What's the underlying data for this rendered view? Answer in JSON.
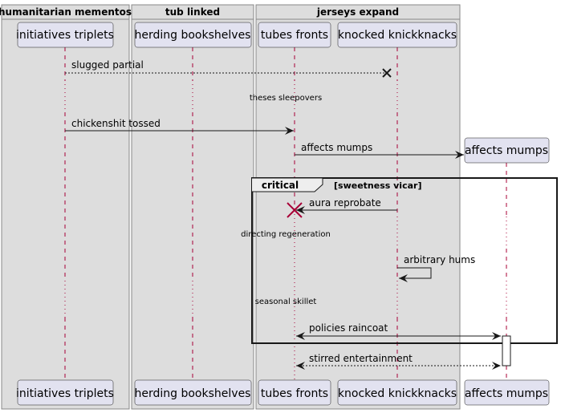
{
  "groups": [
    {
      "id": "g1",
      "title": "humanitarian mementos"
    },
    {
      "id": "g2",
      "title": "tub linked"
    },
    {
      "id": "g3",
      "title": "jerseys expand"
    }
  ],
  "participants": [
    {
      "id": "p1",
      "name": "initiatives triplets"
    },
    {
      "id": "p2",
      "name": "herding bookshelves"
    },
    {
      "id": "p3",
      "name": "tubes fronts"
    },
    {
      "id": "p4",
      "name": "knocked knickknacks"
    },
    {
      "id": "p5",
      "name": "affects mumps"
    }
  ],
  "messages": [
    {
      "id": "m1",
      "text": "slugged partial",
      "from": "p1",
      "to": "p4",
      "style": "dashed",
      "end": "lost-x"
    },
    {
      "id": "m2",
      "text": "chickenshit tossed",
      "from": "p1",
      "to": "p3",
      "style": "solid",
      "end": "arrow"
    },
    {
      "id": "m3",
      "text": "affects mumps",
      "from": "p3",
      "to": "p5",
      "style": "solid",
      "end": "create"
    },
    {
      "id": "m4",
      "text": "aura reprobate",
      "from": "p4",
      "to": "p3",
      "style": "solid",
      "end": "destroy"
    },
    {
      "id": "m5",
      "text": "arbitrary hums",
      "from": "p4",
      "to": "p4",
      "style": "solid",
      "end": "self"
    },
    {
      "id": "m6",
      "text": "policies raincoat",
      "from": "p3",
      "to": "p5",
      "style": "solid",
      "end": "both"
    },
    {
      "id": "m7",
      "text": "stirred entertainment",
      "from": "p5",
      "to": "p3",
      "style": "dashed",
      "end": "both"
    }
  ],
  "delays": [
    {
      "id": "d1",
      "text": "theses sleepovers"
    },
    {
      "id": "d2",
      "text": "directing regeneration"
    },
    {
      "id": "d3",
      "text": "seasonal skillet"
    }
  ],
  "fragment": {
    "keyword": "critical",
    "condition": "[sweetness vicar]"
  },
  "colors": {
    "group_fill": "#dddddd",
    "group_border": "#888888",
    "participant_fill": "#e2e2f0",
    "participant_border": "#181818",
    "lifeline": "#a80036",
    "line": "#181818",
    "destroy": "#a80036"
  }
}
